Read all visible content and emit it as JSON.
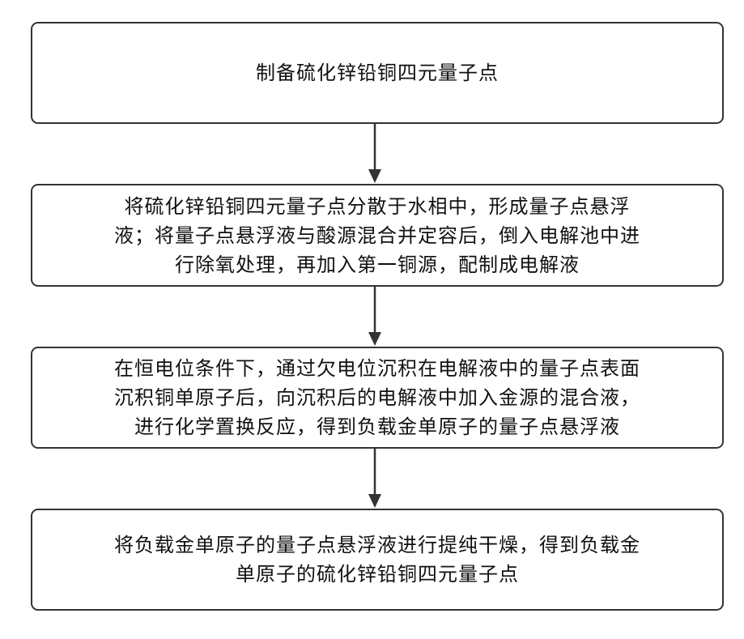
{
  "flowchart": {
    "steps": [
      {
        "text": "制备硫化锌铅铜四元量子点"
      },
      {
        "text": "将硫化锌铅铜四元量子点分散于水相中，形成量子点悬浮\n液；将量子点悬浮液与酸源混合并定容后，倒入电解池中进\n行除氧处理，再加入第一铜源，配制成电解液"
      },
      {
        "text": "在恒电位条件下，通过欠电位沉积在电解液中的量子点表面\n沉积铜单原子后，向沉积后的电解液中加入金源的混合液，\n进行化学置换反应，得到负载金单原子的量子点悬浮液"
      },
      {
        "text": "将负载金单原子的量子点悬浮液进行提纯干燥，得到负载金\n单原子的硫化锌铅铜四元量子点"
      }
    ]
  }
}
